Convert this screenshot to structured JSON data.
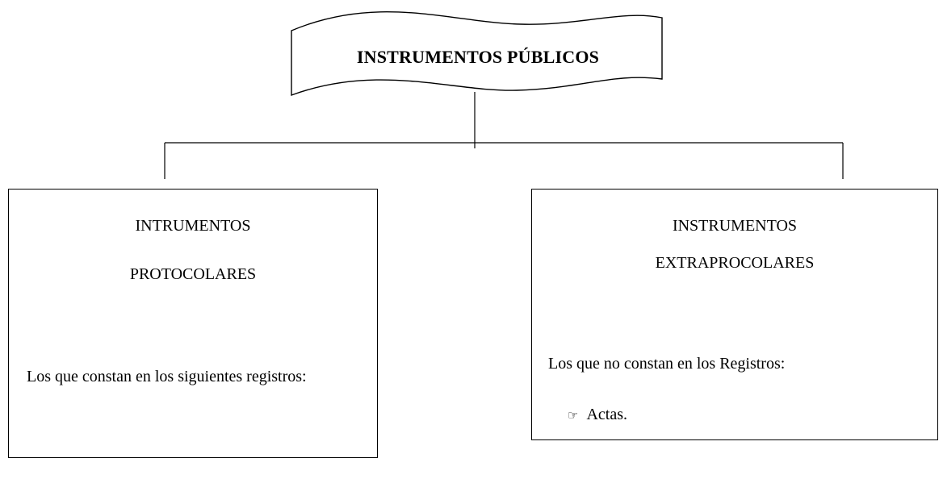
{
  "banner": {
    "title": "INSTRUMENTOS PÚBLICOS"
  },
  "left_box": {
    "heading_line1": "INTRUMENTOS",
    "heading_line2": "PROTOCOLARES",
    "description": "Los que constan en los siguientes registros:"
  },
  "right_box": {
    "heading_line1": "INSTRUMENTOS",
    "heading_line2": "EXTRAPROCOLARES",
    "description": "Los que no constan en los Registros:",
    "items": [
      "Actas."
    ]
  },
  "icons": {
    "bullet": "pointing-hand-icon",
    "bullet_glyph": "☞"
  }
}
